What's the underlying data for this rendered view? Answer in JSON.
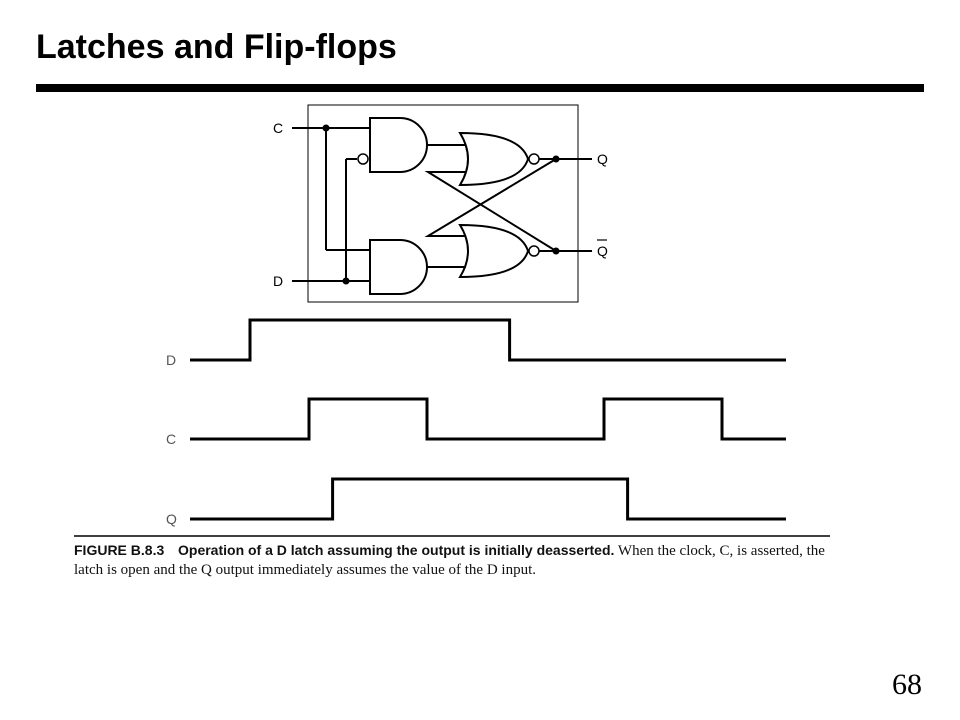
{
  "slide": {
    "title": "Latches and Flip-flops",
    "page_number": "68"
  },
  "circuit": {
    "labels": {
      "clock": "C",
      "data": "D",
      "q": "Q",
      "q_bar": "Q"
    }
  },
  "timing": {
    "signals": [
      {
        "name": "D",
        "levels": [
          [
            0,
            0
          ],
          [
            1,
            1
          ],
          [
            3.2,
            0
          ]
        ]
      },
      {
        "name": "C",
        "levels": [
          [
            0,
            0
          ],
          [
            1.5,
            1
          ],
          [
            2.5,
            0
          ],
          [
            4,
            1
          ],
          [
            5,
            0
          ]
        ]
      },
      {
        "name": "Q",
        "levels": [
          [
            0,
            0
          ],
          [
            1.7,
            1
          ],
          [
            4.2,
            0
          ]
        ]
      }
    ]
  },
  "caption": {
    "figure_id": "FIGURE B.8.3",
    "heading": "Operation of a D latch assuming the output is initially deasserted.",
    "body": "When the clock, C, is asserted, the latch is open and the Q output immediately assumes the value of the D input."
  }
}
